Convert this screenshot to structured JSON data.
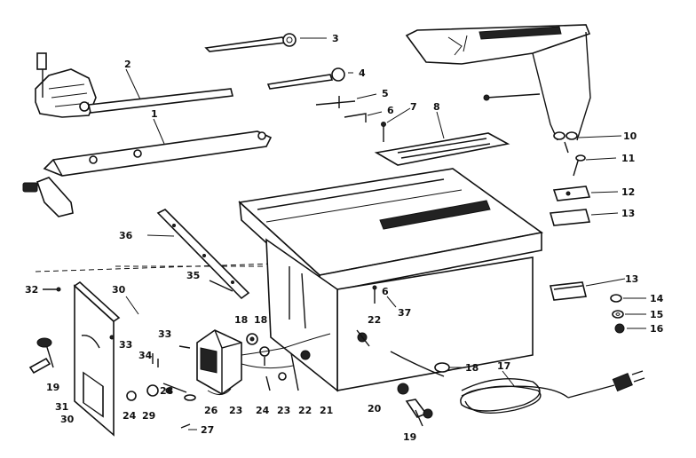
{
  "diagram": {
    "callouts": [
      {
        "key": "miter_gauge_bar",
        "text": "2"
      },
      {
        "key": "rip_fence",
        "text": "1"
      },
      {
        "key": "wrench_a",
        "text": "3"
      },
      {
        "key": "wrench_b",
        "text": "4"
      },
      {
        "key": "screw_5",
        "text": "5"
      },
      {
        "key": "key_6",
        "text": "6"
      },
      {
        "key": "screw_7",
        "text": "7"
      },
      {
        "key": "throat_plate",
        "text": "8"
      },
      {
        "key": "washer_10",
        "text": "10"
      },
      {
        "key": "bolt_11",
        "text": "11"
      },
      {
        "key": "bracket_12",
        "text": "12"
      },
      {
        "key": "bracket_13a",
        "text": "13"
      },
      {
        "key": "rail_36",
        "text": "36"
      },
      {
        "key": "screw_35",
        "text": "35"
      },
      {
        "key": "screw_32",
        "text": "32"
      },
      {
        "key": "wall_30_top",
        "text": "30"
      },
      {
        "key": "screw_22a",
        "text": "22"
      },
      {
        "key": "screw_6b",
        "text": "6"
      },
      {
        "key": "nut_37",
        "text": "37"
      },
      {
        "key": "bracket_13b",
        "text": "13"
      },
      {
        "key": "washer_14",
        "text": "14"
      },
      {
        "key": "washer_15",
        "text": "15"
      },
      {
        "key": "nut_16",
        "text": "16"
      },
      {
        "key": "screw_33a",
        "text": "33"
      },
      {
        "key": "screw_34",
        "text": "34"
      },
      {
        "key": "screw_33b",
        "text": "33"
      },
      {
        "key": "part_18a",
        "text": "18"
      },
      {
        "key": "part_18b",
        "text": "18"
      },
      {
        "key": "handle_19a",
        "text": "19"
      },
      {
        "key": "knob_31",
        "text": "31"
      },
      {
        "key": "wall_30_bottom",
        "text": "30"
      },
      {
        "key": "part_24a",
        "text": "24"
      },
      {
        "key": "part_29",
        "text": "29"
      },
      {
        "key": "part_28",
        "text": "28"
      },
      {
        "key": "part_26",
        "text": "26"
      },
      {
        "key": "motor_23a",
        "text": "23"
      },
      {
        "key": "part_27",
        "text": "27"
      },
      {
        "key": "part_24b",
        "text": "24"
      },
      {
        "key": "part_23b",
        "text": "23"
      },
      {
        "key": "part_22b",
        "text": "22"
      },
      {
        "key": "part_21",
        "text": "21"
      },
      {
        "key": "part_20",
        "text": "20"
      },
      {
        "key": "handle_19b",
        "text": "19"
      },
      {
        "key": "clamp_18",
        "text": "18"
      },
      {
        "key": "cord_17",
        "text": "17"
      }
    ]
  }
}
